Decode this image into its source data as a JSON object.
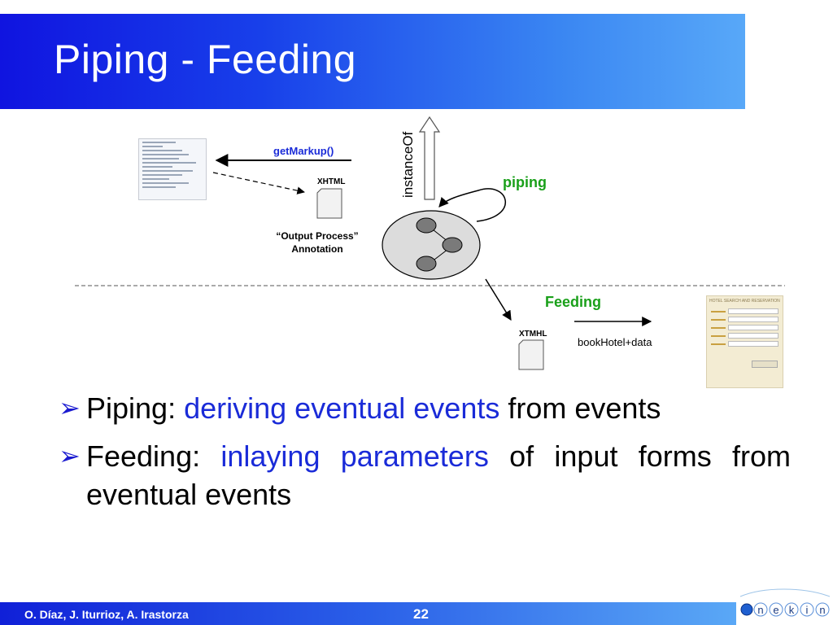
{
  "slide": {
    "title": "Piping - Feeding"
  },
  "diagram": {
    "get_markup": "getMarkup()",
    "xhtml": "XHTML",
    "output_process_line1": "“Output Process”",
    "output_process_line2": "Annotation",
    "instance_of": "instanceOf",
    "piping": "piping",
    "feeding": "Feeding",
    "xtmhl": "XTMHL",
    "book_hotel": "bookHotel+data",
    "form_header": "HOTEL SEARCH AND RESERVATION"
  },
  "bullets": [
    {
      "lead": "Piping:",
      "highlight": "deriving eventual events",
      "tail": "from events"
    },
    {
      "lead": "Feeding:",
      "highlight": "inlaying parameters",
      "tail": "of input forms from eventual events"
    }
  ],
  "footer": {
    "authors": "O. Díaz, J. Iturrioz, A. Irastorza",
    "page": "22",
    "logo": [
      "o",
      "n",
      "e",
      "k",
      "i",
      "n"
    ]
  },
  "colors": {
    "accent_green": "#1aa01a",
    "accent_blue": "#1a2bd8",
    "title_bar": "#1840ea"
  }
}
